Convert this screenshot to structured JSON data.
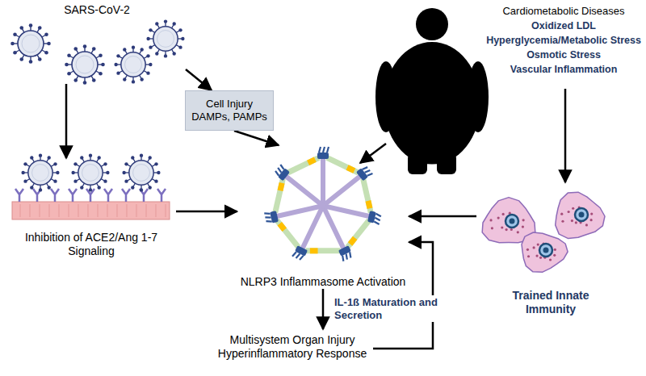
{
  "diagram": {
    "nodes": [
      {
        "text": [
          "SARS-CoV-2"
        ]
      },
      {
        "text": [
          "Cell Injury",
          "DAMPs, PAMPs"
        ]
      },
      {
        "text": [
          "Inhibition of ACE2/Ang 1-7 Signaling"
        ]
      },
      {
        "text": [
          "Cardiometabolic Diseases",
          "Oxidized LDL",
          "Hyperglycemia/Metabolic Stress",
          "Osmotic Stress",
          "Vascular Inflammation"
        ]
      },
      {
        "text": [
          "NLRP3 Inflammasome Activation"
        ]
      },
      {
        "text": [
          "Trained Innate Immunity"
        ]
      },
      {
        "text": [
          "Multisystem Organ Injury",
          "Hyperinflammatory Response"
        ]
      }
    ],
    "edges": [
      {
        "from": 0,
        "to": 2,
        "arrow": "to"
      },
      {
        "from": 0,
        "to": 1,
        "arrow": "to"
      },
      {
        "from": 2,
        "to": 4,
        "arrow": "to"
      },
      {
        "from": 1,
        "to": 4,
        "arrow": "to"
      },
      {
        "from": 3,
        "to": 5,
        "arrow": "to"
      },
      {
        "from": 5,
        "to": 4,
        "arrow": "to"
      },
      {
        "from": 4,
        "to": 6,
        "label": "IL-1ß Maturation and Secretion",
        "arrow": "to"
      },
      {
        "from": 6,
        "to": 4,
        "arrow": "to"
      }
    ]
  }
}
